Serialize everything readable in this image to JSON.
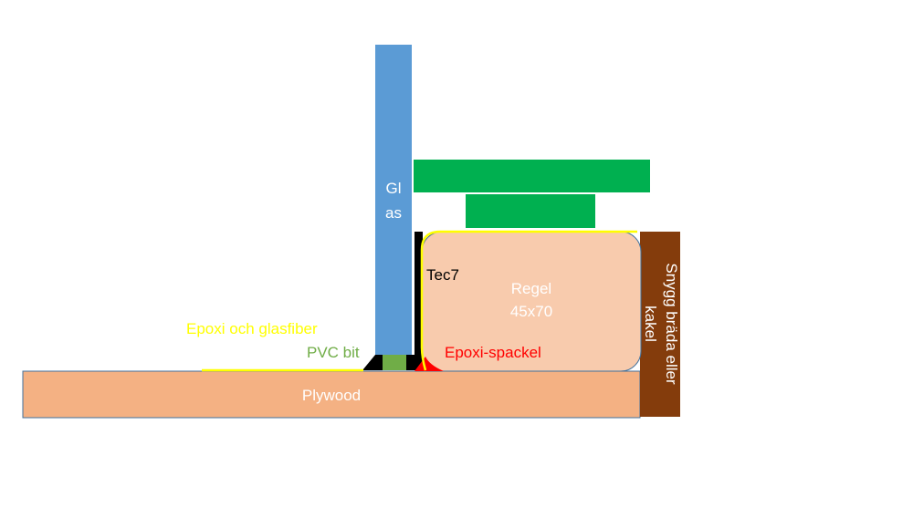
{
  "labels": {
    "glass_line1": "Gl",
    "glass_line2": "as",
    "tec7": "Tec7",
    "regel_line1": "Regel",
    "regel_line2": "45x70",
    "epoxy_fiberglass": "Epoxi och glasfiber",
    "pvc_piece": "PVC bit",
    "epoxy_filler": "Epoxi-spackel",
    "plywood": "Plywood",
    "trim_line1": "Snygg bräda eller",
    "trim_line2": "kakel"
  },
  "colors": {
    "glass": "#5b9bd5",
    "green_block": "#00b050",
    "regel": "#f8cbad",
    "plywood": "#f4b183",
    "trim_board": "#843c0c",
    "tec7": "#000000",
    "epoxy_line": "#ffff00",
    "pvc": "#70ad47",
    "epoxy_filler": "#ff0000",
    "outline": "#41719c"
  }
}
